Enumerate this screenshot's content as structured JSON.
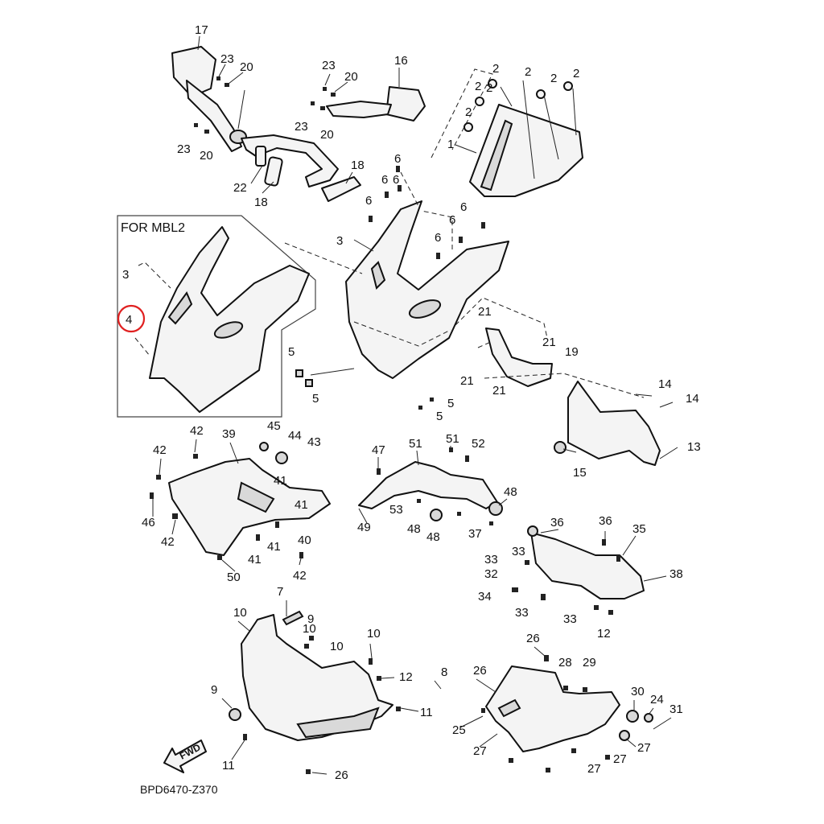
{
  "diagram": {
    "diagram_code": "BPD6470-Z370",
    "inset_title": "FOR MBL2",
    "fwd_label": "FWD",
    "highlight_color": "#e02020",
    "callouts": [
      "17",
      "23",
      "20",
      "23",
      "20",
      "22",
      "18",
      "23",
      "20",
      "23",
      "20",
      "18",
      "16",
      "2",
      "2",
      "2",
      "2",
      "2",
      "2",
      "2",
      "1",
      "6",
      "6",
      "6",
      "6",
      "6",
      "6",
      "6",
      "3",
      "3",
      "4",
      "5",
      "5",
      "5",
      "5",
      "21",
      "21",
      "19",
      "21",
      "21",
      "14",
      "14",
      "13",
      "15",
      "42",
      "39",
      "45",
      "44",
      "43",
      "41",
      "42",
      "46",
      "42",
      "41",
      "41",
      "41",
      "40",
      "42",
      "50",
      "47",
      "51",
      "51",
      "52",
      "48",
      "53",
      "49",
      "48",
      "48",
      "37",
      "36",
      "36",
      "35",
      "33",
      "33",
      "32",
      "38",
      "34",
      "33",
      "33",
      "12",
      "7",
      "10",
      "9",
      "10",
      "10",
      "10",
      "12",
      "8",
      "9",
      "11",
      "11",
      "26",
      "26",
      "26",
      "28",
      "29",
      "30",
      "24",
      "31",
      "25",
      "27",
      "27",
      "27",
      "27"
    ]
  }
}
